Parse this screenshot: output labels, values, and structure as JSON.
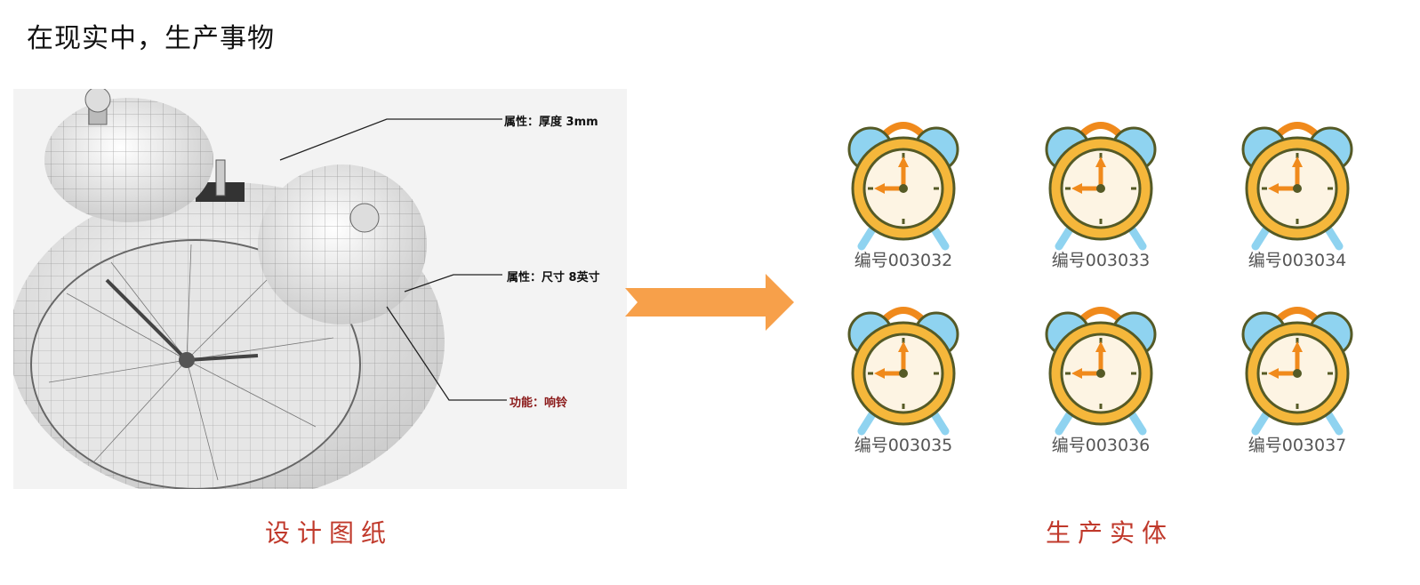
{
  "title": "在现实中，生产事物",
  "blueprint": {
    "callouts": [
      {
        "text": "属性：厚度 3mm"
      },
      {
        "text": "属性：尺寸 8英寸"
      },
      {
        "text": "功能：响铃"
      }
    ],
    "caption": "设计图纸"
  },
  "entities": {
    "caption": "生产实体",
    "items": [
      {
        "label": "编号003032"
      },
      {
        "label": "编号003033"
      },
      {
        "label": "编号003034"
      },
      {
        "label": "编号003035"
      },
      {
        "label": "编号003036"
      },
      {
        "label": "编号003037"
      }
    ]
  },
  "colors": {
    "arrow": "#f7a04a",
    "caption": "#c0392b",
    "clock_body": "#f5b73b",
    "clock_bell": "#8fd3f0",
    "clock_hands": "#f08a1c"
  }
}
